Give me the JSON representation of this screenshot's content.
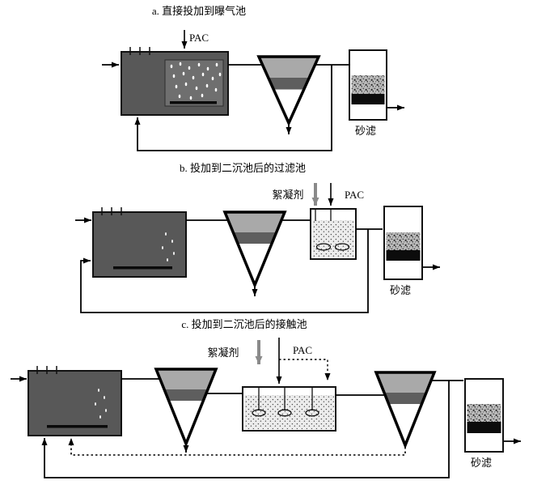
{
  "figure": {
    "description_labels_only": true
  },
  "sections": {
    "a": {
      "title": "a. 直接投加到曝气池",
      "pac": "PAC",
      "sand_filter": "砂滤"
    },
    "b": {
      "title": "b. 投加到二沉池后的过滤池",
      "flocculant": "絮凝剂",
      "pac": "PAC",
      "sand_filter": "砂滤"
    },
    "c": {
      "title": "c. 投加到二沉池后的接触池",
      "flocculant": "絮凝剂",
      "pac": "PAC",
      "sand_filter": "砂滤"
    }
  },
  "colors": {
    "tank": "#585858",
    "clarifier_band1": "#a9a9a9",
    "clarifier_band2": "#5e5e5e",
    "dose_arrow_gray": "#8a8a8a",
    "line": "#000000"
  }
}
